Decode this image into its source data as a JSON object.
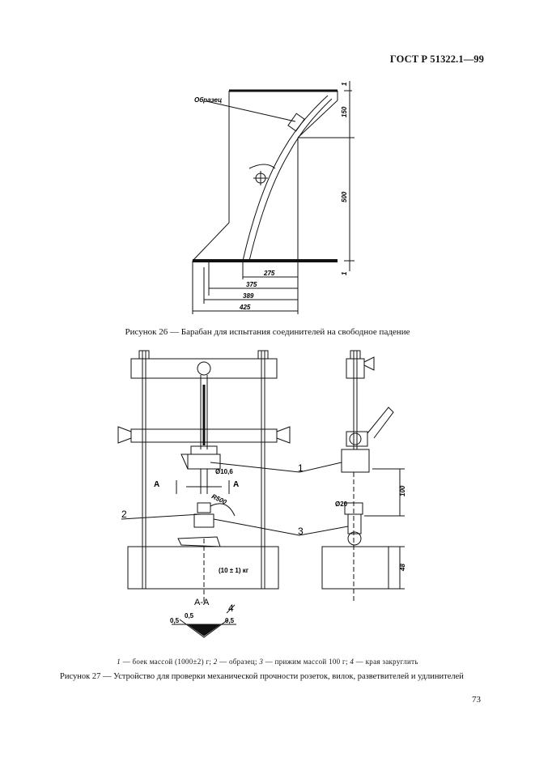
{
  "header": {
    "standard": "ГОСТ Р 51322.1—99"
  },
  "figure26": {
    "caption": "Рисунок 26 — Барабан для испытания соединителей на свободное падение",
    "label_sample": "Образец",
    "dims": {
      "d275": "275",
      "d375": "375",
      "d389": "389",
      "d425": "425",
      "d150": "150",
      "d500": "500",
      "d1a": "1",
      "d1b": "1"
    }
  },
  "figure27": {
    "caption": "Рисунок 27 — Устройство для проверки механической прочности розеток, вилок, разветвителей и удлинителей",
    "legend": {
      "n1": "1",
      "t1": " — боек массой (1000±2) г; ",
      "n2": "2",
      "t2": " — образец; ",
      "n3": "3",
      "t3": " — прижим массой 100 г; ",
      "n4": "4",
      "t4": " — края закруглить"
    },
    "labels": {
      "callout1": "1",
      "callout2": "2",
      "callout3": "3",
      "callout4": "4",
      "section_a_left": "А",
      "section_a_right": "А",
      "section_title": "А-А",
      "dia106": "Ø10,6",
      "dia20": "Ø20",
      "r500": "R500",
      "mass": "(10 ± 1) кг",
      "dim100": "100",
      "dim48": "48",
      "r05a": "0,5",
      "r05b": "0,5",
      "r05c": "0,5"
    }
  },
  "page_number": "73"
}
